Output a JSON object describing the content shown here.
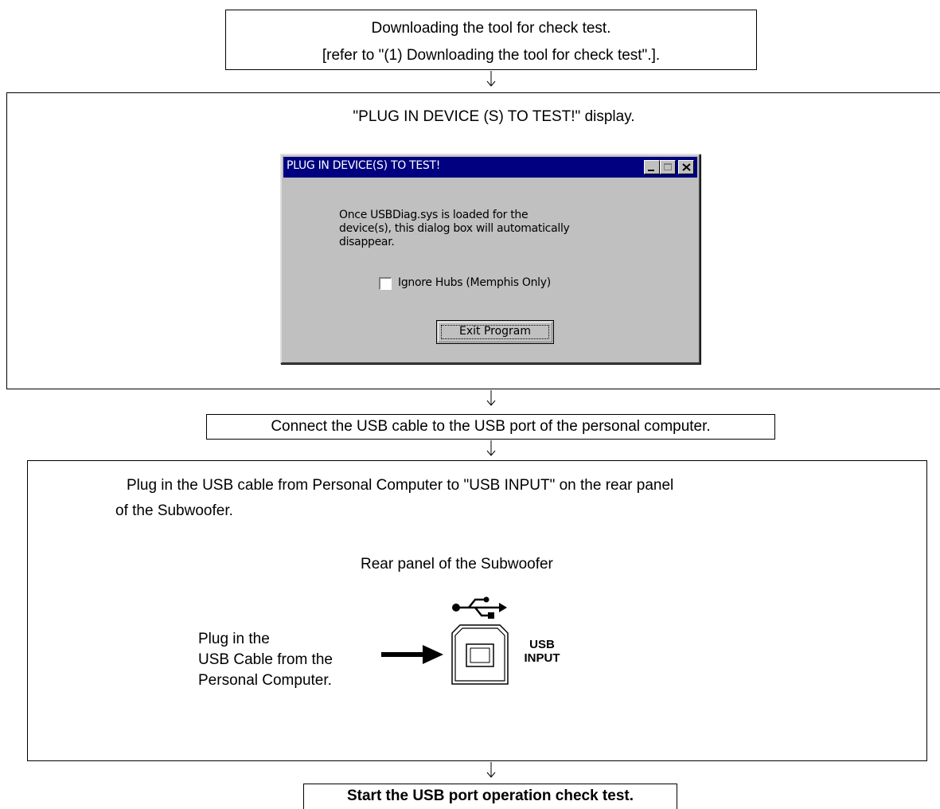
{
  "steps": {
    "download": {
      "line1": "Downloading the tool for check test.",
      "line2": "[refer to \"(1) Downloading the tool for check test\".]."
    },
    "plug_in_display": {
      "caption": "\"PLUG IN DEVICE (S) TO TEST!\" display."
    },
    "connect": {
      "text": "Connect the USB cable to the USB port of the personal computer."
    },
    "plug_cable": {
      "line1": "Plug in the USB cable from Personal Computer to \"USB INPUT\" on the rear panel",
      "line2": "of the Subwoofer.",
      "rear_panel_caption": "Rear panel of the Subwoofer",
      "hint_line1": "Plug in the",
      "hint_line2": "USB Cable from the",
      "hint_line3": "Personal Computer.",
      "port_label_line1": "USB",
      "port_label_line2": "INPUT"
    },
    "start": {
      "text": "Start the USB port operation check test."
    }
  },
  "dialog": {
    "title": "PLUG IN DEVICE(S) TO TEST!",
    "message_line1": "Once USBDiag.sys is loaded for the",
    "message_line2": "device(s), this dialog box will automatically",
    "message_line3": "disappear.",
    "checkbox_label": "Ignore Hubs (Memphis Only)",
    "checkbox_checked": false,
    "exit_button": "Exit Program"
  },
  "icons": [
    "down-arrow-icon",
    "usb-symbol-icon",
    "right-arrow-icon",
    "usb-b-port-icon",
    "minimize-icon",
    "maximize-icon",
    "close-icon"
  ]
}
